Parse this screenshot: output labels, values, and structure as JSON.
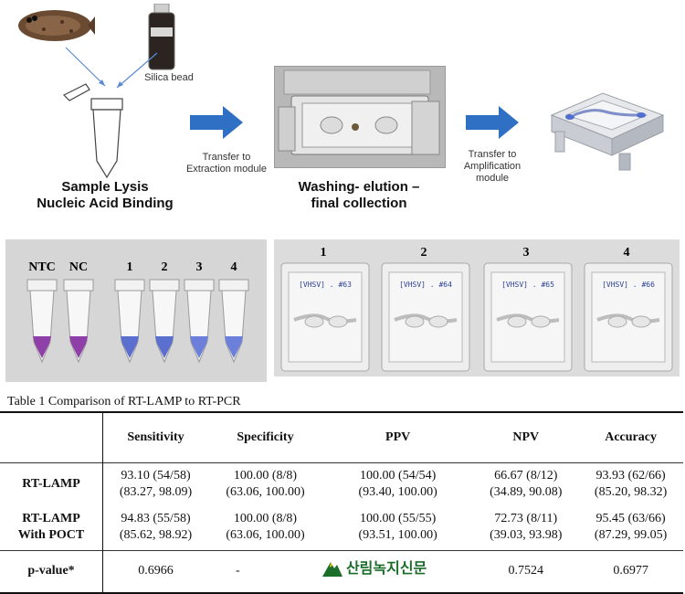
{
  "workflow": {
    "silica_label": "Silica bead",
    "step1_title_line1": "Sample Lysis",
    "step1_title_line2": "Nucleic Acid Binding",
    "transfer1_line1": "Transfer to",
    "transfer1_line2": "Extraction module",
    "step2_title_line1": "Washing- elution –",
    "step2_title_line2": "final collection",
    "transfer2_line1": "Transfer to",
    "transfer2_line2": "Amplification",
    "transfer2_line3": "module",
    "arrow_color": "#2f6fc4"
  },
  "tube_photo": {
    "labels": [
      "NTC",
      "NC",
      "1",
      "2",
      "3",
      "4"
    ],
    "liquid_colors": [
      "#8e3fa8",
      "#8e3fa8",
      "#5b6fcf",
      "#5b6fcf",
      "#6c7fdb",
      "#6c7fdb"
    ]
  },
  "chip_photo": {
    "numbers": [
      "1",
      "2",
      "3",
      "4"
    ],
    "chip_labels": [
      "[VHSV] . #63",
      "[VHSV] . #64",
      "[VHSV] . #65",
      "[VHSV] . #66"
    ]
  },
  "table": {
    "caption": "Table 1 Comparison of RT-LAMP to RT-PCR",
    "headers": [
      "Sensitivity",
      "Specificity",
      "PPV",
      "NPV",
      "Accuracy"
    ],
    "rows": [
      {
        "label_line1": "RT-LAMP",
        "label_line2": "",
        "cells": [
          [
            "93.10 (54/58)",
            "(83.27, 98.09)"
          ],
          [
            "100.00 (8/8)",
            "(63.06, 100.00)"
          ],
          [
            "100.00 (54/54)",
            "(93.40, 100.00)"
          ],
          [
            "66.67 (8/12)",
            "(34.89, 90.08)"
          ],
          [
            "93.93 (62/66)",
            "(85.20, 98.32)"
          ]
        ]
      },
      {
        "label_line1": "RT-LAMP",
        "label_line2": "With POCT",
        "cells": [
          [
            "94.83 (55/58)",
            "(85.62, 98.92)"
          ],
          [
            "100.00 (8/8)",
            "(63.06, 100.00)"
          ],
          [
            "100.00 (55/55)",
            "(93.51, 100.00)"
          ],
          [
            "72.73 (8/11)",
            "(39.03, 93.98)"
          ],
          [
            "95.45 (63/66)",
            "(87.29, 99.05)"
          ]
        ]
      }
    ],
    "pvalue_label": "p-value*",
    "pvalues": [
      "0.6966",
      "-",
      "",
      "0.7524",
      "0.6977"
    ]
  },
  "watermark": {
    "text": "산림녹지신문",
    "color": "#1b6e2a"
  }
}
